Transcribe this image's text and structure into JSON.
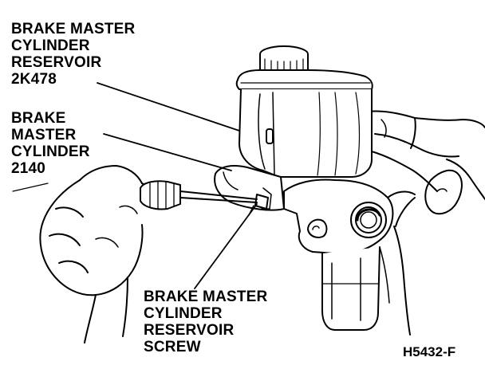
{
  "labels": {
    "reservoir": [
      "BRAKE MASTER",
      "CYLINDER",
      "RESERVOIR",
      "2K478"
    ],
    "cylinder": [
      "BRAKE",
      "MASTER",
      "CYLINDER",
      "2140"
    ],
    "screw": [
      "BRAKE MASTER",
      "CYLINDER",
      "RESERVOIR",
      "SCREW"
    ]
  },
  "figure_id": "H5432-F",
  "colors": {
    "ink": "#000000",
    "paper": "#ffffff"
  }
}
